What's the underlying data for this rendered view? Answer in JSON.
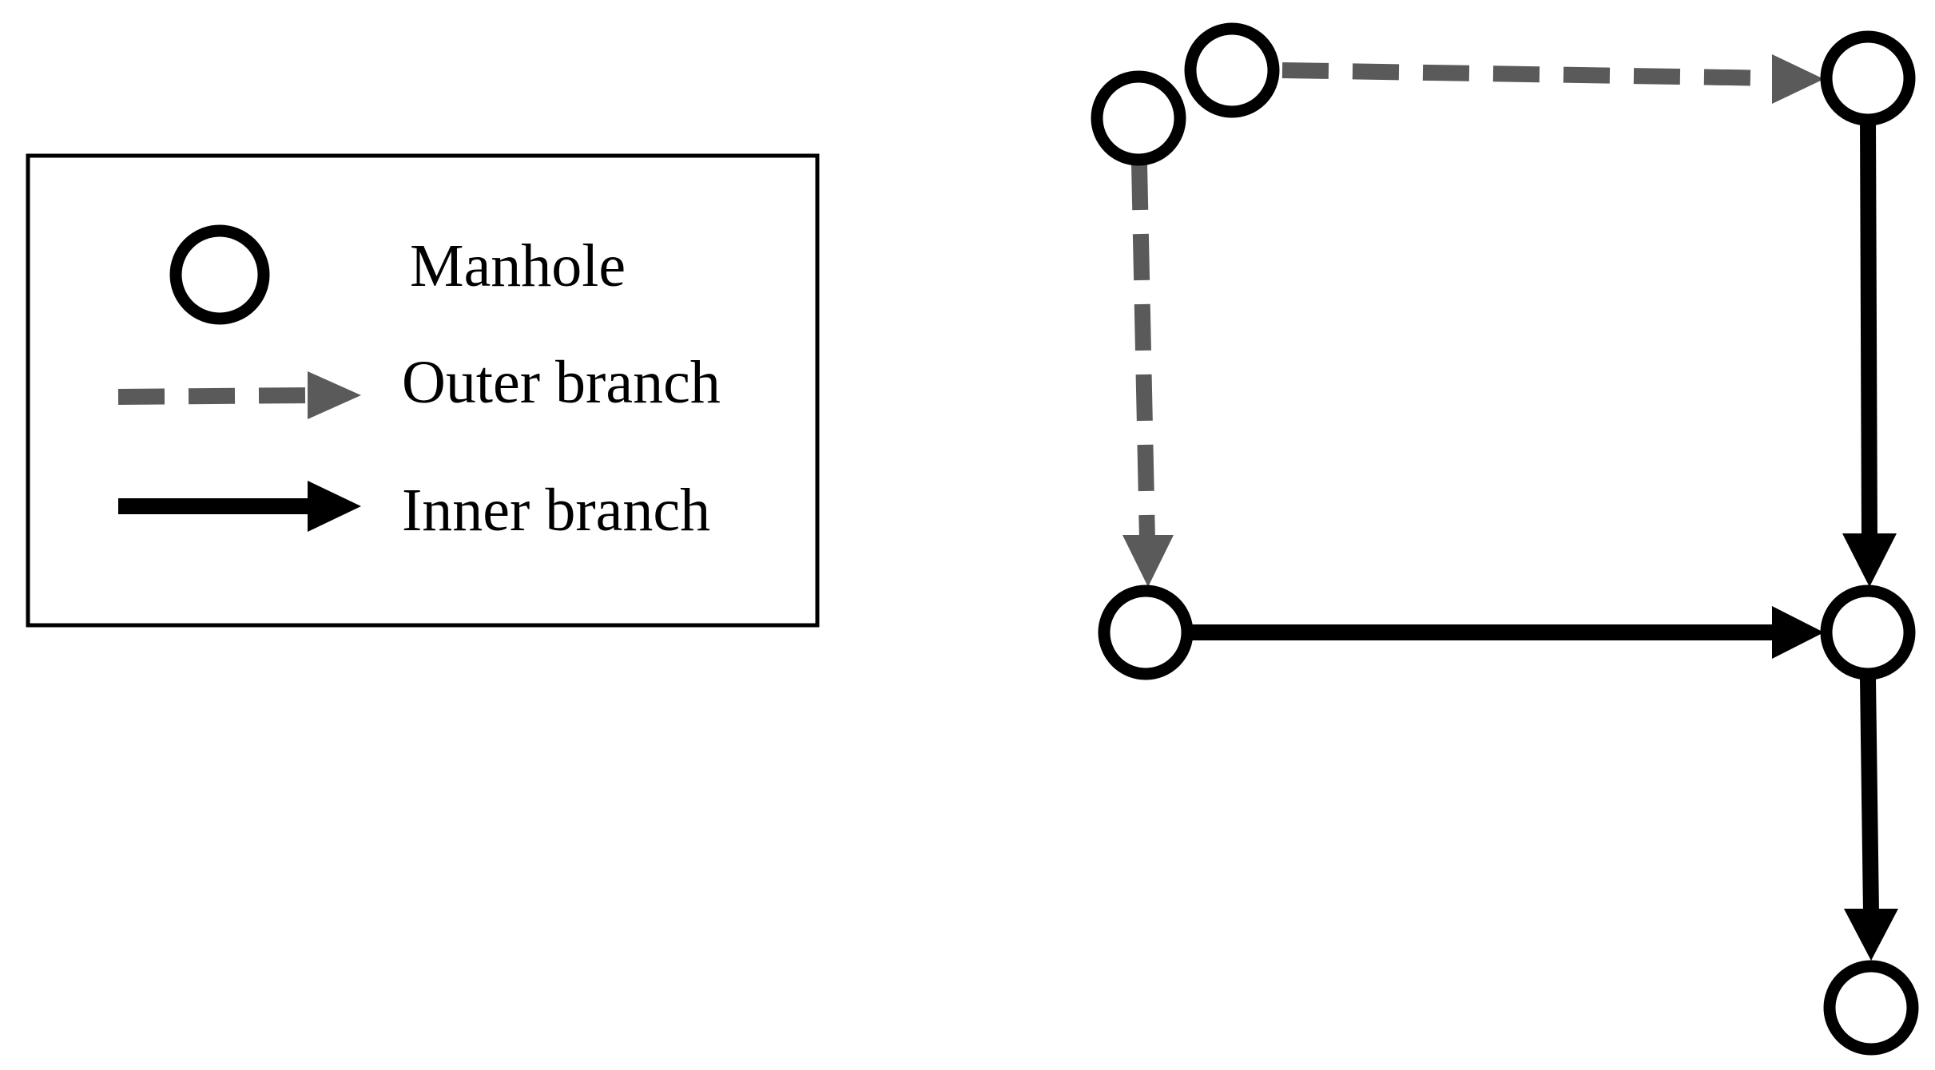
{
  "legend": {
    "manhole_label": "Manhole",
    "outer_branch_label": "Outer branch",
    "inner_branch_label": "Inner branch"
  },
  "colors": {
    "outer_branch": "#5a5a5a",
    "inner_branch": "#000000",
    "manhole_stroke": "#000000",
    "legend_border": "#000000",
    "background": "#ffffff"
  },
  "network": {
    "manhole_count": 6,
    "outer_branch_count": 2,
    "inner_branch_count": 3
  }
}
